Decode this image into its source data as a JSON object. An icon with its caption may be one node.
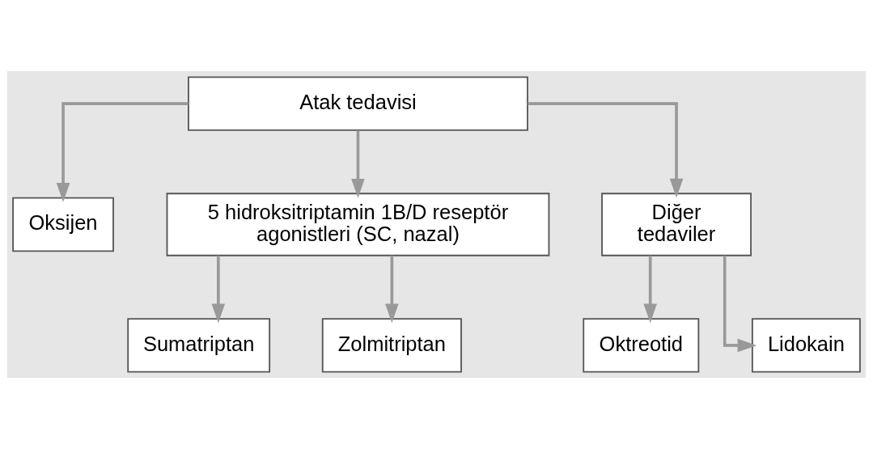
{
  "diagram": {
    "nodes": [
      {
        "text": [
          "Atak tedavisi"
        ]
      },
      {
        "text": [
          "Oksijen"
        ]
      },
      {
        "text": [
          "5 hidroksitriptamin 1B/D reseptör agonistleri (SC, nazal)"
        ]
      },
      {
        "text": [
          "Diğer tedaviler"
        ]
      },
      {
        "text": [
          "Sumatriptan"
        ]
      },
      {
        "text": [
          "Zolmitriptan"
        ]
      },
      {
        "text": [
          "Oktreotid"
        ]
      },
      {
        "text": [
          "Lidokain"
        ]
      }
    ],
    "edges": [
      {
        "from": 0,
        "to": 1,
        "arrow": "to"
      },
      {
        "from": 0,
        "to": 2,
        "arrow": "to"
      },
      {
        "from": 0,
        "to": 3,
        "arrow": "to"
      },
      {
        "from": 2,
        "to": 4,
        "arrow": "to"
      },
      {
        "from": 2,
        "to": 5,
        "arrow": "to"
      },
      {
        "from": 3,
        "to": 6,
        "arrow": "to"
      },
      {
        "from": 3,
        "to": 7,
        "arrow": "to"
      }
    ]
  }
}
